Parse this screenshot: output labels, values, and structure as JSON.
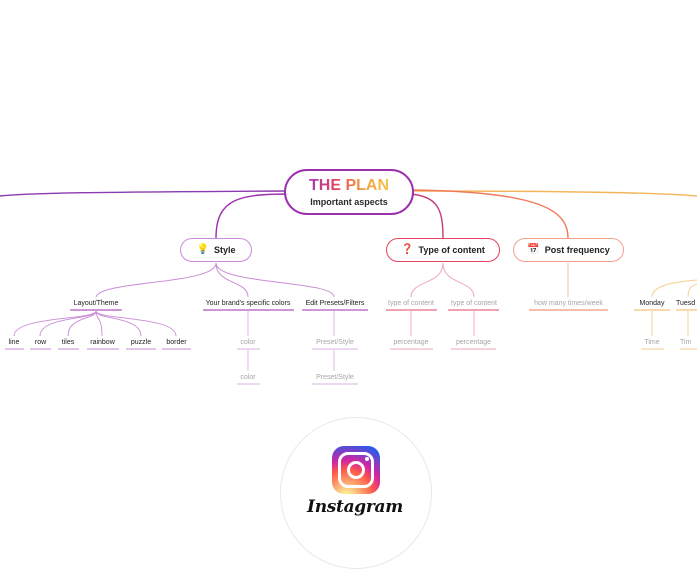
{
  "root": {
    "title": "THE PLAN",
    "subtitle": "Important aspects"
  },
  "branches": {
    "style": {
      "icon": "lightbulb-icon",
      "label": "Style"
    },
    "type_of_content": {
      "icon": "question-mark-icon",
      "label": "Type of content"
    },
    "post_frequency": {
      "icon": "calendar-icon",
      "label": "Post frequency"
    }
  },
  "style_children": {
    "layout_theme": "Layout/Theme",
    "layout_items": [
      "line",
      "row",
      "tiles",
      "rainbow",
      "puzzle",
      "border"
    ],
    "brand_colors": "Your brand's specific colors",
    "color_1": "color",
    "color_2": "color",
    "edit_presets": "Edit Presets/Filters",
    "preset_1": "Preset/Style",
    "preset_2": "Preset/Style"
  },
  "content_children": {
    "type_1": "type of content",
    "type_2": "type of content",
    "percentage_1": "percentage",
    "percentage_2": "percentage"
  },
  "frequency_children": {
    "how_many": "how many times/week"
  },
  "weekday_children": {
    "monday": "Monday",
    "tuesday": "Tuesd",
    "time_1": "Time",
    "time_2": "Tim"
  },
  "logo": {
    "wordmark": "Instagram"
  },
  "colors": {
    "purple": "#9b2fae",
    "lavender": "#c98bd6",
    "pink": "#e2445f",
    "coral": "#ef7b5a",
    "orange": "#f5b45a",
    "light_pink": "#f3a7b6"
  }
}
